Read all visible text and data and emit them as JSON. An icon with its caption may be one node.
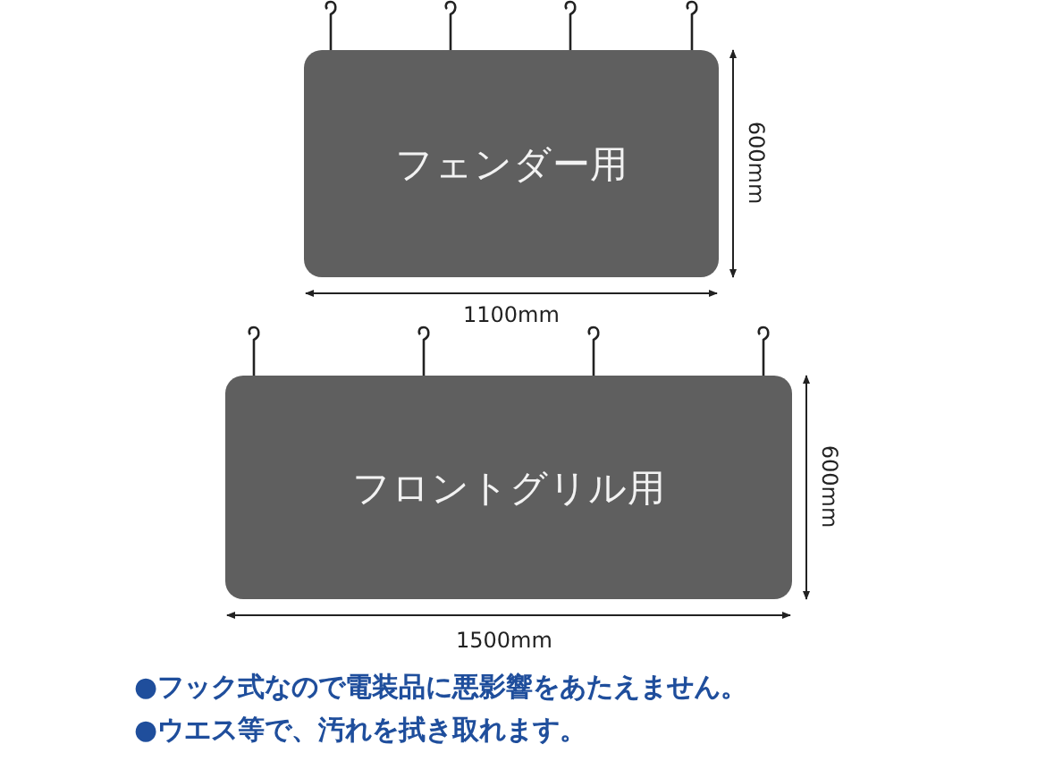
{
  "diagram": {
    "nodes": [
      {
        "text": [
          "フェンダー用"
        ]
      },
      {
        "text": [
          "フロントグリル用"
        ]
      }
    ],
    "labels": [
      "600mm",
      "1100mm",
      "600mm",
      "1500mm",
      "●フック式なので電装品に悪影響をあたえません。",
      "●ウエス等で、汚れを拭き取れます。"
    ]
  }
}
